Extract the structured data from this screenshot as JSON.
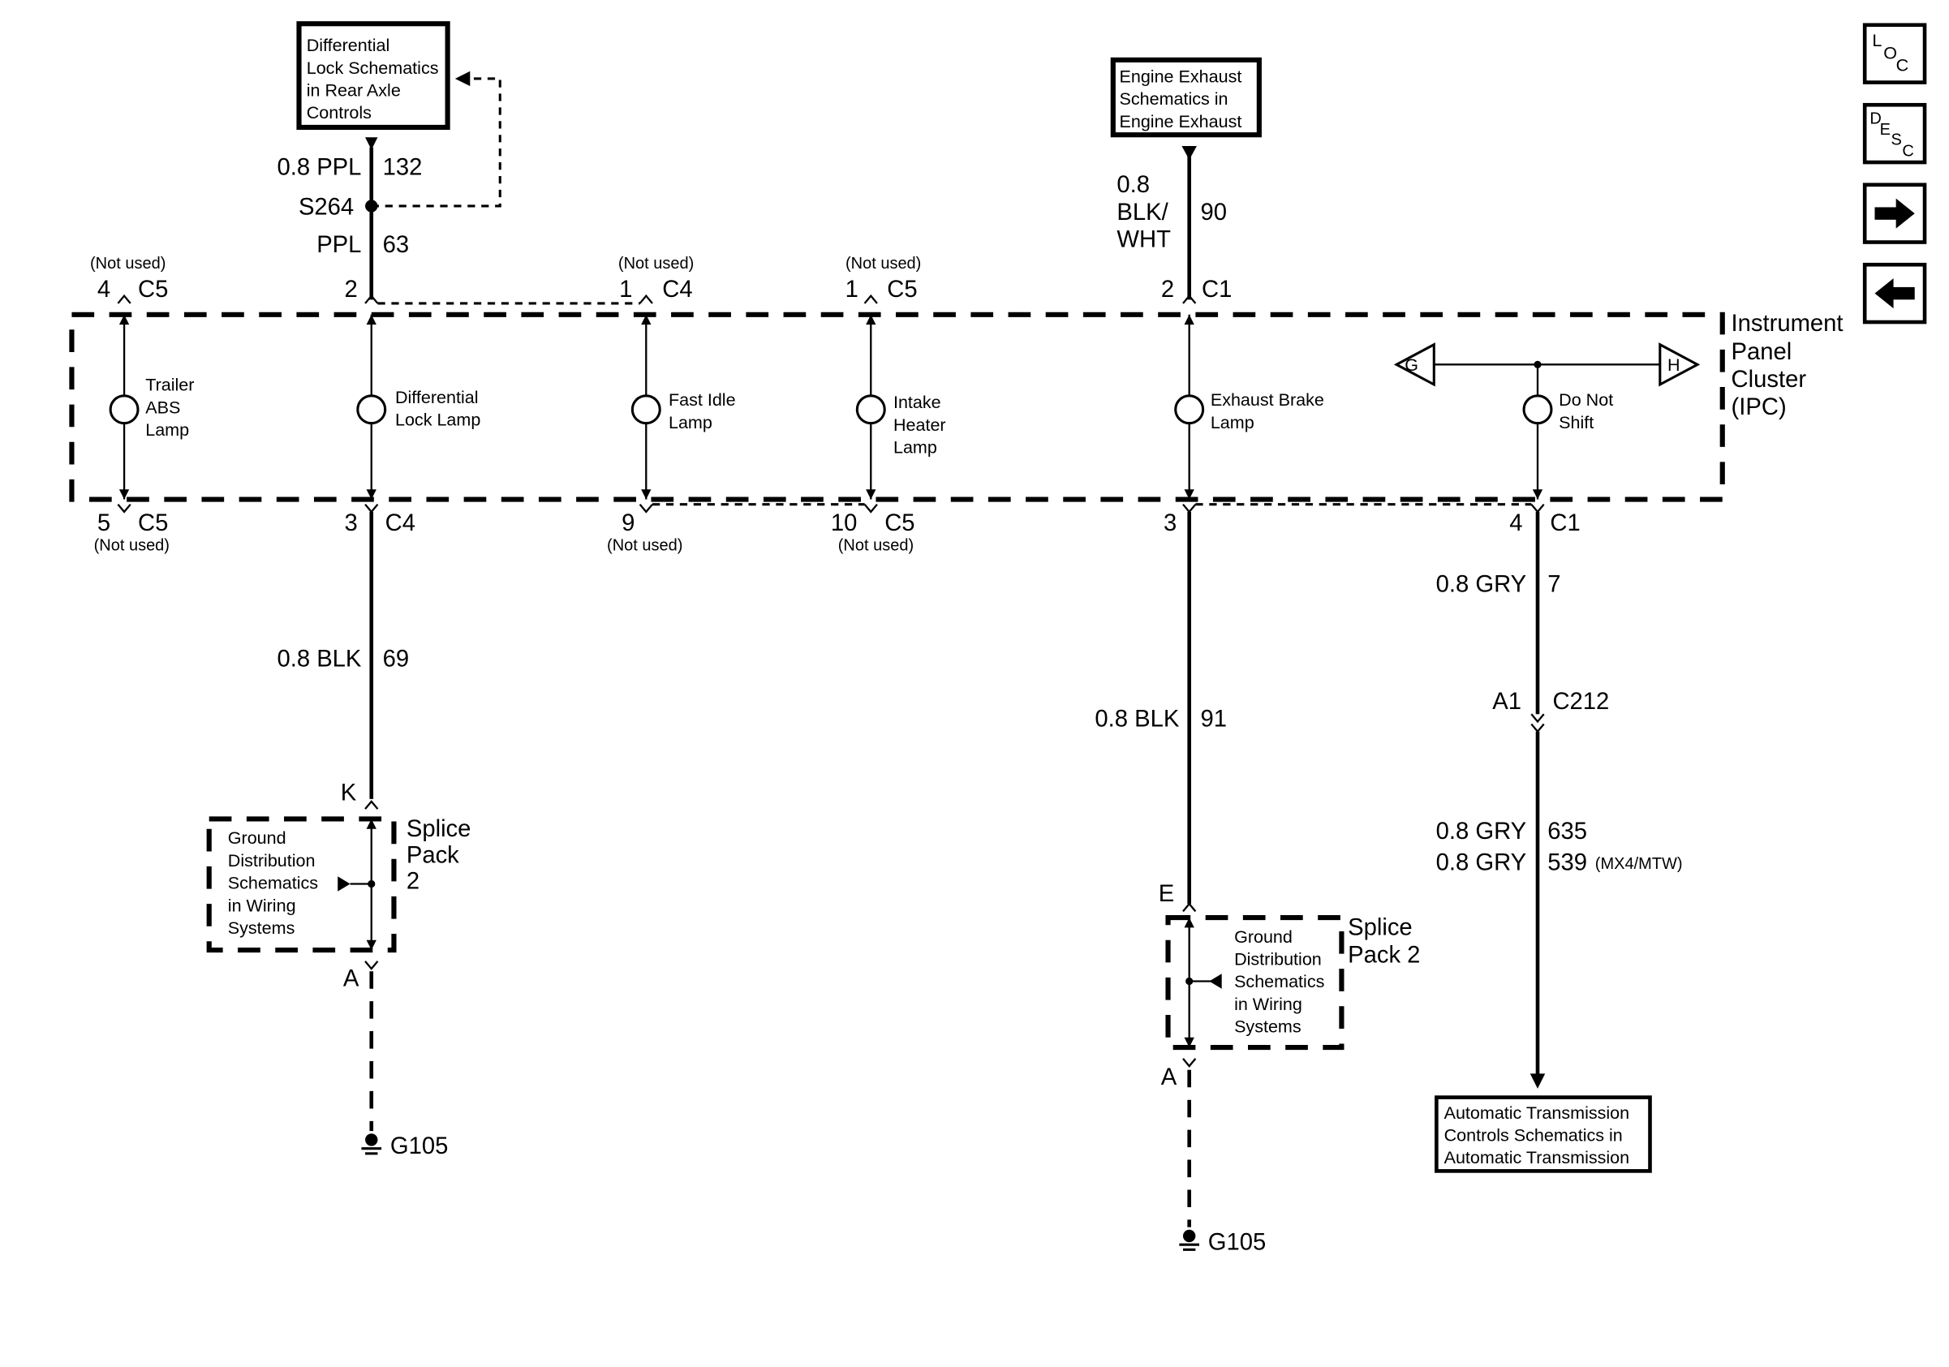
{
  "refs": {
    "diff_lock_schem": [
      "Differential",
      "Lock Schematics",
      "in Rear Axle",
      "Controls"
    ],
    "engine_exhaust": [
      "Engine Exhaust",
      "Schematics in",
      "Engine Exhaust"
    ],
    "auto_trans": [
      "Automatic Transmission",
      "Controls Schematics in",
      "Automatic Transmission"
    ]
  },
  "ipc": {
    "label": [
      "Instrument",
      "Panel",
      "Cluster",
      "(IPC)"
    ]
  },
  "lamps": {
    "trailer_abs": [
      "Trailer",
      "ABS",
      "Lamp"
    ],
    "diff_lock": [
      "Differential",
      "Lock Lamp"
    ],
    "fast_idle": [
      "Fast Idle",
      "Lamp"
    ],
    "intake_heater": [
      "Intake",
      "Heater",
      "Lamp"
    ],
    "exhaust_brake": [
      "Exhaust Brake",
      "Lamp"
    ],
    "do_not_shift": [
      "Do Not",
      "Shift"
    ]
  },
  "offpage": {
    "g": "G",
    "h": "H"
  },
  "wires": {
    "w132_size": "0.8 PPL",
    "w132_num": "132",
    "splice": "S264",
    "w63_size": "PPL",
    "w63_num": "63",
    "w90_size": [
      "0.8",
      "BLK/",
      "WHT"
    ],
    "w90_num": "90",
    "w69_size": "0.8 BLK",
    "w69_num": "69",
    "w91_size": "0.8 BLK",
    "w91_num": "91",
    "w7_size": "0.8 GRY",
    "w7_num": "7",
    "w635_size": "0.8 GRY",
    "w635_num": "635",
    "w539_size": "0.8 GRY",
    "w539_num": "539",
    "w539_opt": "(MX4/MTW)"
  },
  "not_used": "(Not used)",
  "pins": {
    "p4": "4",
    "p2": "2",
    "p1a": "1",
    "p1b": "1",
    "p2c1": "2",
    "p5": "5",
    "p3": "3",
    "p9": "9",
    "p10": "10",
    "p3c1": "3",
    "p4c1": "4",
    "k": "K",
    "a1": "A",
    "e": "E",
    "a2": "A",
    "a1c": "A1"
  },
  "connectors": {
    "c5": "C5",
    "c4": "C4",
    "c1": "C1",
    "c212": "C212"
  },
  "splice_pack": {
    "left": [
      "Splice",
      "Pack",
      "2"
    ],
    "right": [
      "Splice",
      "Pack 2"
    ],
    "ground_dist": [
      "Ground",
      "Distribution",
      "Schematics",
      "in Wiring",
      "Systems"
    ]
  },
  "grounds": {
    "g105a": "G105",
    "g105b": "G105"
  },
  "nav": {
    "loc": [
      "L",
      "O",
      "C"
    ],
    "desc": [
      "D",
      "E",
      "S",
      "C"
    ]
  },
  "icons": {
    "next": "arrow-right-icon",
    "prev": "arrow-left-icon",
    "lamp": "bulb-icon",
    "ground": "ground-icon"
  }
}
